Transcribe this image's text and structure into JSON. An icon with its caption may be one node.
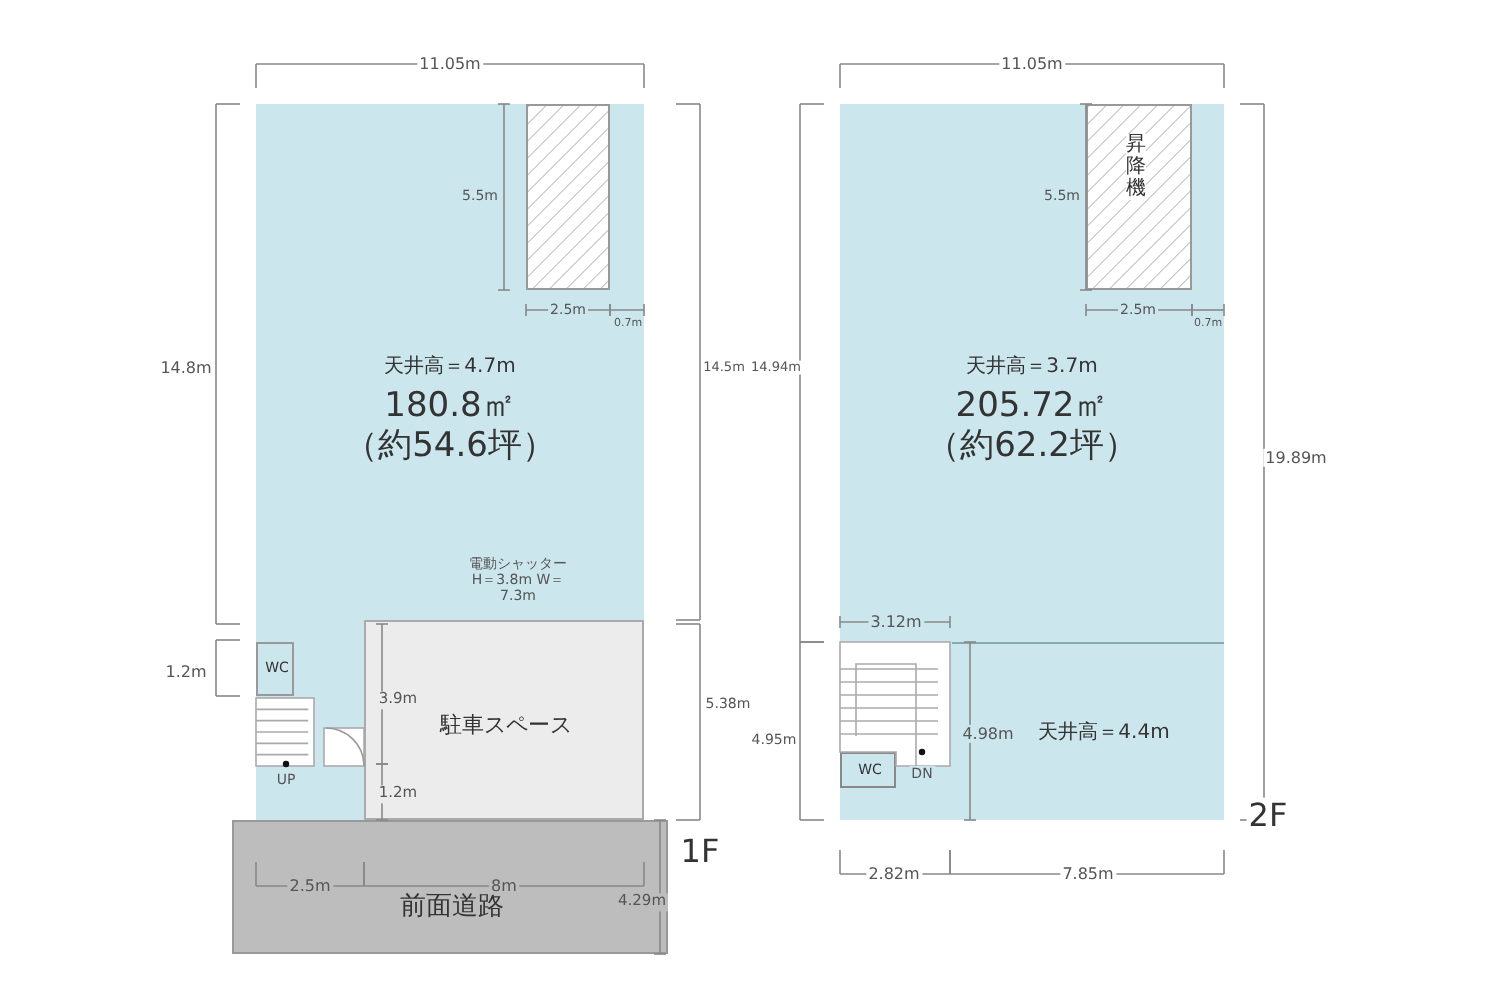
{
  "diagram": {
    "nodes": [
      {
        "text": [
          "天井高＝4.7m",
          "180.8㎡（約54.6坪）"
        ]
      },
      {
        "text": [],
        "shape": "box",
        "in": 0
      },
      {
        "text": [
          "WC"
        ],
        "in": 0
      },
      {
        "text": [
          "駐車スペース"
        ],
        "in": 0
      },
      {
        "text": [
          "前面道路"
        ]
      },
      {
        "text": [
          "天井高＝3.7m",
          "205.72㎡（約62.2坪）"
        ]
      },
      {
        "text": [
          "昇降機"
        ],
        "in": 5
      },
      {
        "text": [
          "天井高＝4.4m"
        ],
        "in": 5
      },
      {
        "text": [
          "WC"
        ],
        "in": 5
      }
    ],
    "labels": [
      "11.05m",
      "5.5m",
      "2.5m",
      "0.7m",
      "14.8m",
      "14.5m",
      "電動シャッター H＝3.8m W＝7.3m",
      "1.2m",
      "3.9m",
      "UP",
      "1.2m",
      "5.38m",
      "2.5m",
      "8m",
      "4.29m",
      "1F",
      "11.05m",
      "5.5m",
      "2.5m",
      "0.7m",
      "14.94m",
      "19.89m",
      "3.12m",
      "4.95m",
      "4.98m",
      "DN",
      "2.82m",
      "7.85m",
      "2F"
    ]
  }
}
